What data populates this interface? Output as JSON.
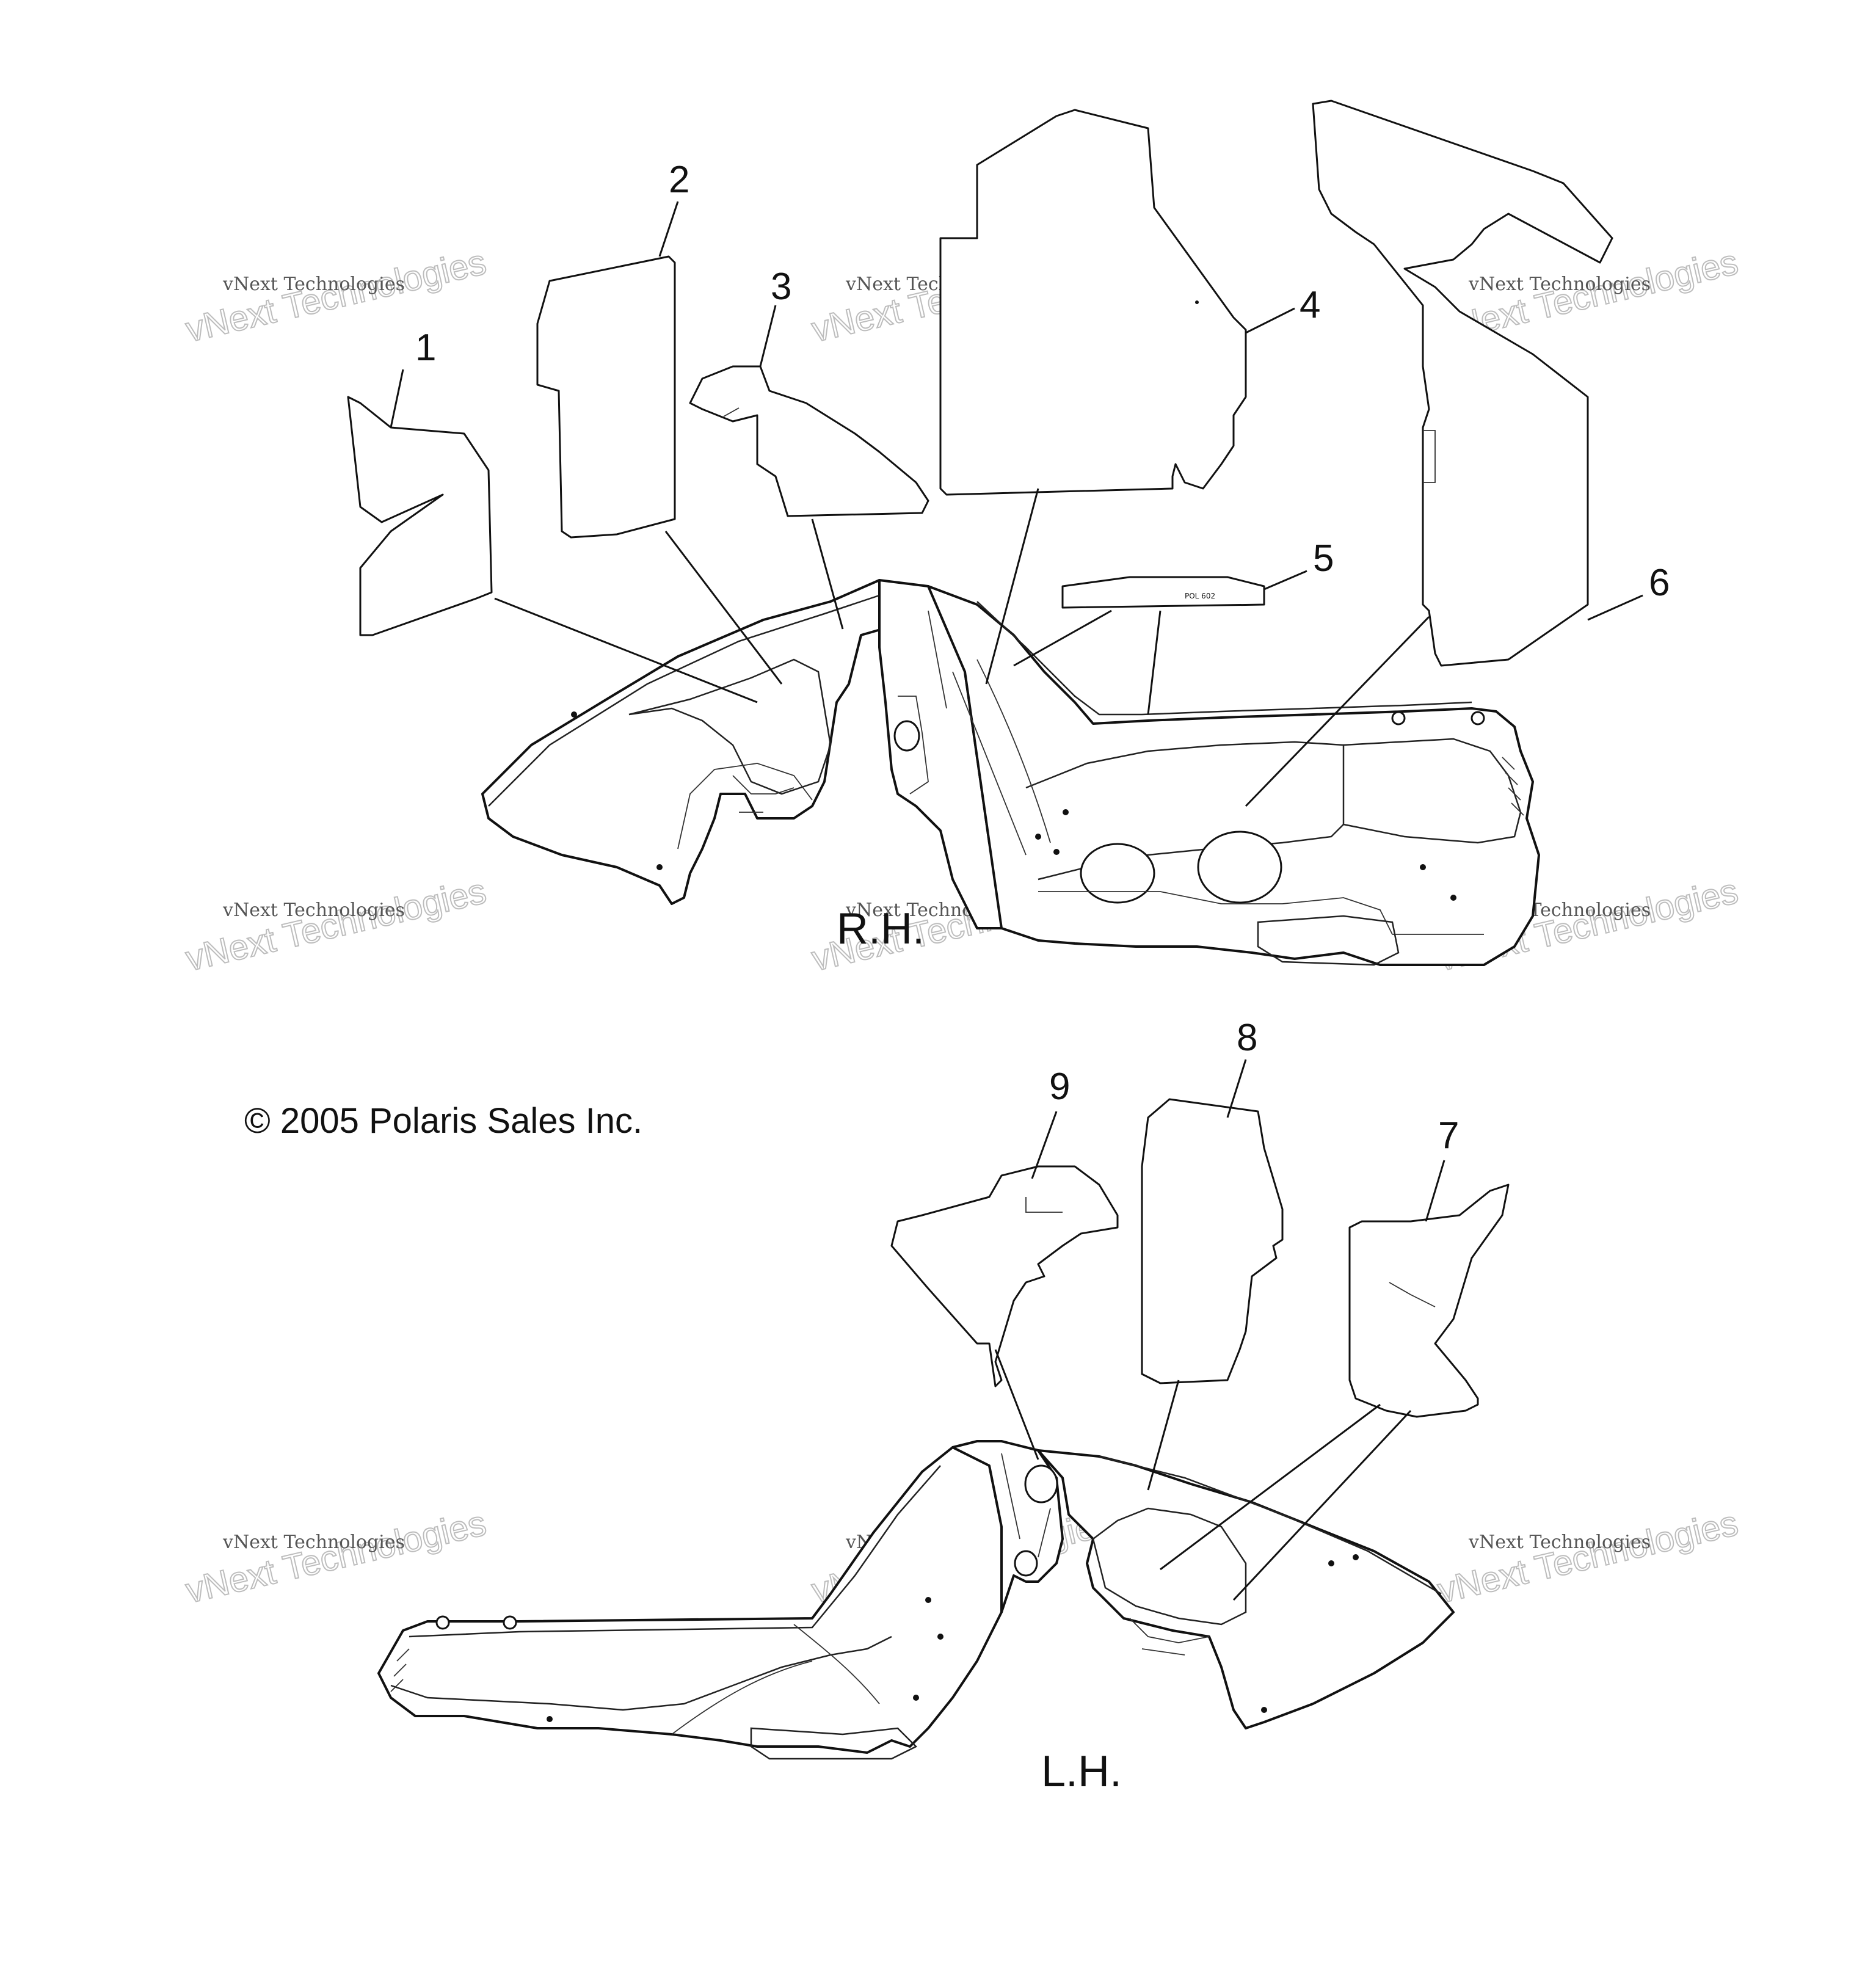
{
  "copyright": "© 2005 Polaris Sales Inc.",
  "side_labels": {
    "right": "R.H.",
    "left": "L.H."
  },
  "callouts": {
    "c1": "1",
    "c2": "2",
    "c3": "3",
    "c4": "4",
    "c5": "5",
    "c6": "6",
    "c7": "7",
    "c8": "8",
    "c9": "9"
  },
  "decal_text": "POL 602",
  "watermark": {
    "small": "vNext Technologies",
    "large": "vNext Technologies"
  }
}
